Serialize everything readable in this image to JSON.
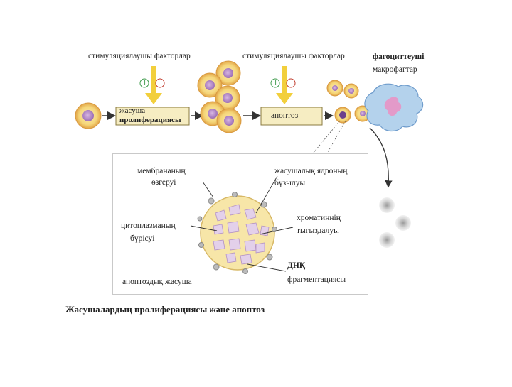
{
  "labels": {
    "stim_left": "стимуляциялаушы факторлар",
    "stim_right": "стимуляциялаушы факторлар",
    "phago_line1": "фагоциттеуші",
    "phago_line2": "макрофагтар",
    "prolif_line1": "жасуша",
    "prolif_line2": "пролиферациясы",
    "apoptosis_box": "апоптоз",
    "plus": "+",
    "minus": "−",
    "plus2": "+",
    "minus2": "−"
  },
  "inset": {
    "membrane_line1": "мембрананың",
    "membrane_line2": "өзгеруі",
    "nucleus_line1": "жасушалық ядроның",
    "nucleus_line2": "бұзылуы",
    "cytoplasm_line1": "цитоплазманың",
    "cytoplasm_line2": "бүрісуі",
    "chromatin_line1": "хроматиннің",
    "chromatin_line2": "тығыздалуы",
    "dna_line1": "ДНҚ",
    "dna_line2": "фрагментациясы",
    "apoptotic_cell": "апоптоздық жасуша"
  },
  "caption": "Жасушалардың пролиферациясы және апоптоз",
  "colors": {
    "cell_fill": "#f6dc86",
    "cell_edge": "#e3a64a",
    "nucleus": "#b98ac9",
    "nucleus_dark": "#7a4f9a",
    "arrow_yellow": "#f2cf3c",
    "box_fill": "#f3e8b0",
    "macrophage": "#a9c9e6",
    "macrophage_edge": "#6f9ccc",
    "plus_green": "#3c9a4a",
    "minus_red": "#c0392b",
    "inset_cell": "#f6e4a6",
    "fragment": "#d7c2e0"
  }
}
